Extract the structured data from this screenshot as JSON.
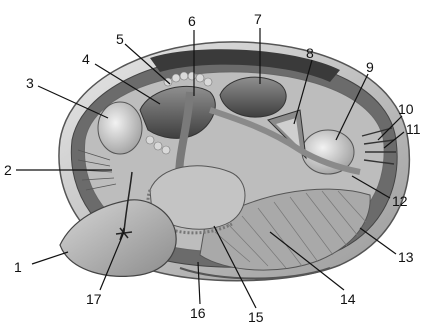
{
  "diagram": {
    "labels": [
      {
        "id": "1",
        "text": "1"
      },
      {
        "id": "2",
        "text": "2"
      },
      {
        "id": "3",
        "text": "3"
      },
      {
        "id": "4",
        "text": "4"
      },
      {
        "id": "5",
        "text": "5"
      },
      {
        "id": "6",
        "text": "6"
      },
      {
        "id": "7",
        "text": "7"
      },
      {
        "id": "8",
        "text": "8"
      },
      {
        "id": "9",
        "text": "9"
      },
      {
        "id": "10",
        "text": "10"
      },
      {
        "id": "11",
        "text": "11"
      },
      {
        "id": "12",
        "text": "12"
      },
      {
        "id": "13",
        "text": "13"
      },
      {
        "id": "14",
        "text": "14"
      },
      {
        "id": "15",
        "text": "15"
      },
      {
        "id": "16",
        "text": "16"
      },
      {
        "id": "17",
        "text": "17"
      }
    ]
  }
}
